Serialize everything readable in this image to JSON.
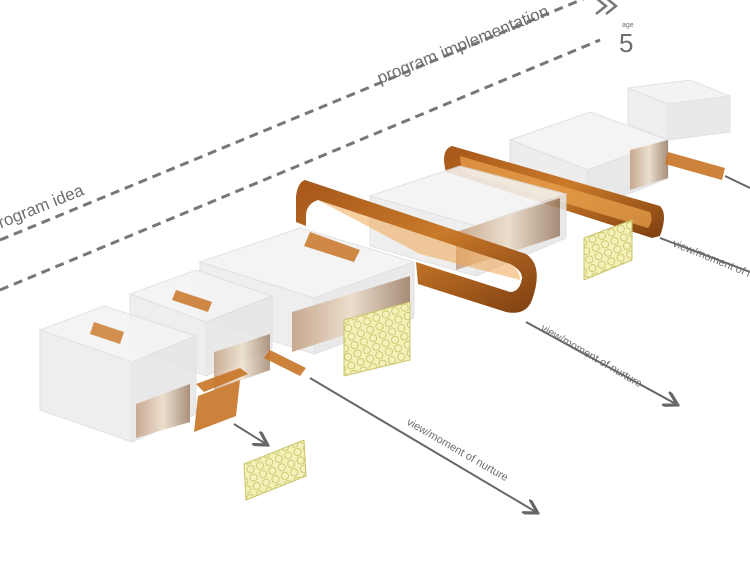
{
  "labels": {
    "program_idea": "program idea",
    "program_implementation": "program implementation",
    "age_caption": "age",
    "age_value": "5",
    "view_moment_1": "view/moment of nurture",
    "view_moment_2": "view/moment of nurture",
    "view_moment_3": "view/moment of nurture"
  },
  "colors": {
    "translucent_volume": "#ececec",
    "rust_frame": "#c86c1a",
    "rust_frame_dark": "#8a4410",
    "screen_panel": "#f3f0b0",
    "dashed_line": "#777777",
    "arrow": "#666666",
    "background": "#ffffff"
  }
}
